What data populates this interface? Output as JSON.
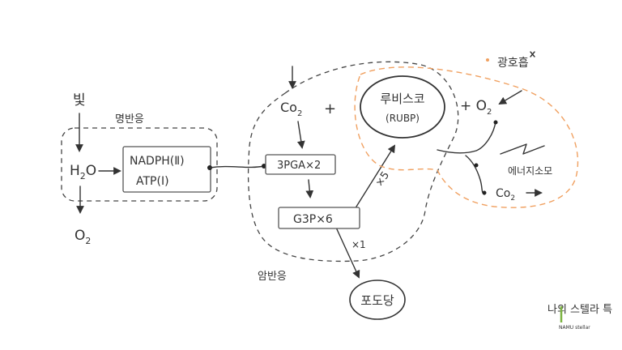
{
  "diagram": {
    "light_label": "빛",
    "light_reaction_label": "명반응",
    "water_label": "H",
    "water_sub": "2",
    "water_tail": "O",
    "o2_out_label": "O",
    "o2_out_sub": "2",
    "nadph_label": "NADPH(Ⅱ)",
    "atp_label": "ATP(Ⅰ)",
    "co2_in_label": "Co",
    "co2_in_sub": "2",
    "plus_sign_1": "+",
    "rubisco_label": "루비스코",
    "rubp_label": "(RUBP)",
    "plus_sign_2": "+ O",
    "o2_sub": "2",
    "photorespiration_label": "광호흡",
    "pga_label": "3PGA×2",
    "g3p_label": "G3P×6",
    "x5_label": "×5",
    "x1_label": "×1",
    "dark_reaction_label": "암반응",
    "glucose_label": "포도당",
    "energy_consume_label": "에너지소모",
    "co2_out_label": "Co",
    "co2_out_sub": "2",
    "logo_text": "나의 스텔라 특",
    "logo_sub": "NAMU stellar"
  },
  "colors": {
    "ink": "#333333",
    "accent_orange": "#f0a060",
    "logo_green": "#7cb342"
  }
}
